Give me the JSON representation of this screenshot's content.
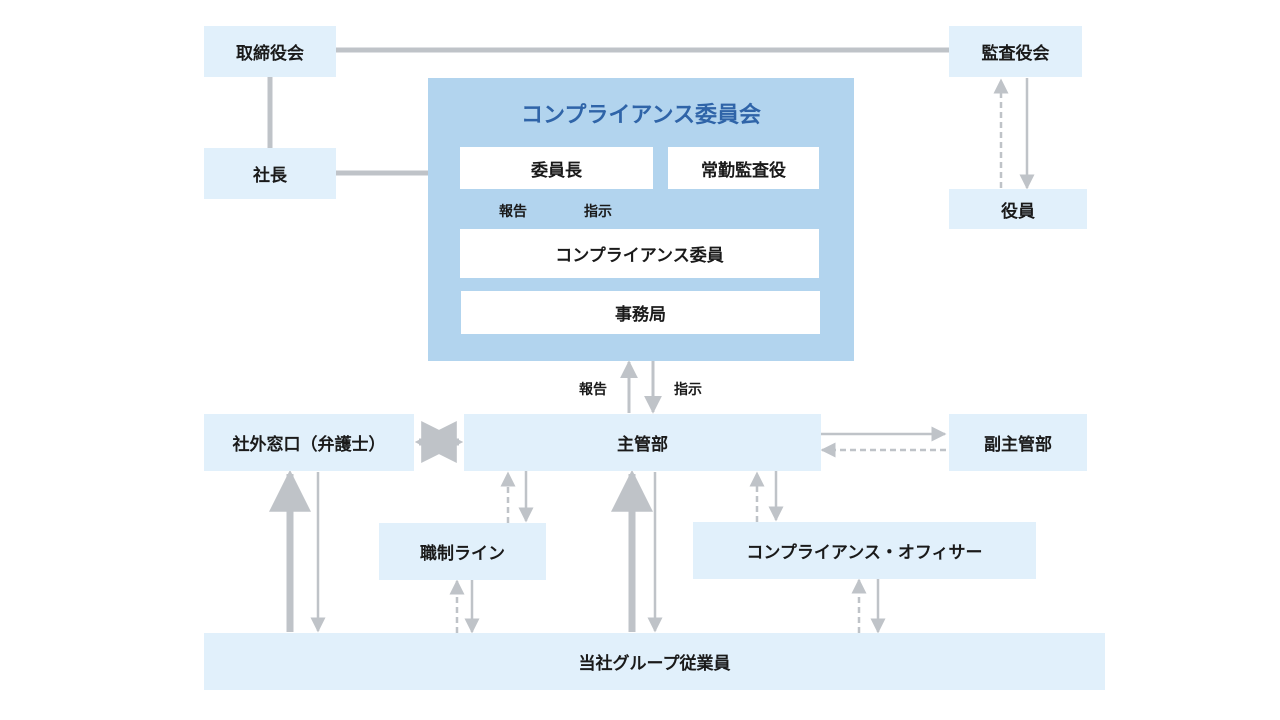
{
  "board": "取締役会",
  "audit_board": "監査役会",
  "president": "社長",
  "officers": "役員",
  "committee": {
    "title": "コンプライアンス委員会",
    "chair": "委員長",
    "auditor": "常勤監査役",
    "report": "報告",
    "instruct": "指示",
    "members": "コンプライアンス委員",
    "secretariat": "事務局"
  },
  "flow": {
    "report": "報告",
    "instruct": "指示"
  },
  "external_window": "社外窓口（弁護士）",
  "main_dept": "主管部",
  "sub_dept": "副主管部",
  "line_mgmt": "職制ライン",
  "officer": "コンプライアンス・オフィサー",
  "employees": "当社グループ従業員",
  "colors": {
    "box_light": "#e1f0fb",
    "committee_bg": "#b2d4ee",
    "title_blue": "#2f64a8",
    "connector_gray": "#bfc3c8",
    "arrow_blue": "#3a6fc4"
  }
}
